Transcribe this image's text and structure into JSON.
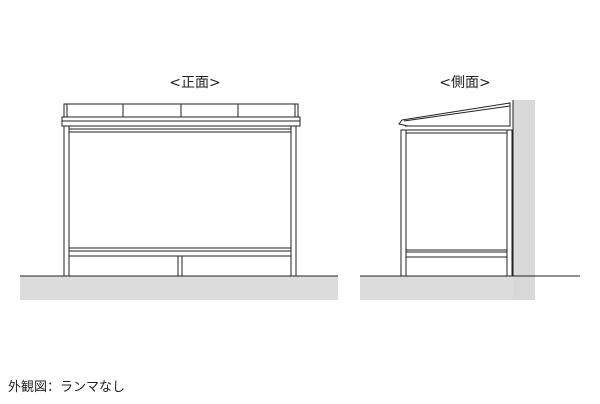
{
  "front_view": {
    "label": "<正面>"
  },
  "side_view": {
    "label": "<側面>"
  },
  "caption": "外観図：ランマなし",
  "colors": {
    "ground": "#dcdcdc",
    "wall": "#d9d9d9",
    "line": "#222222",
    "frame_fill": "#ffffff"
  }
}
